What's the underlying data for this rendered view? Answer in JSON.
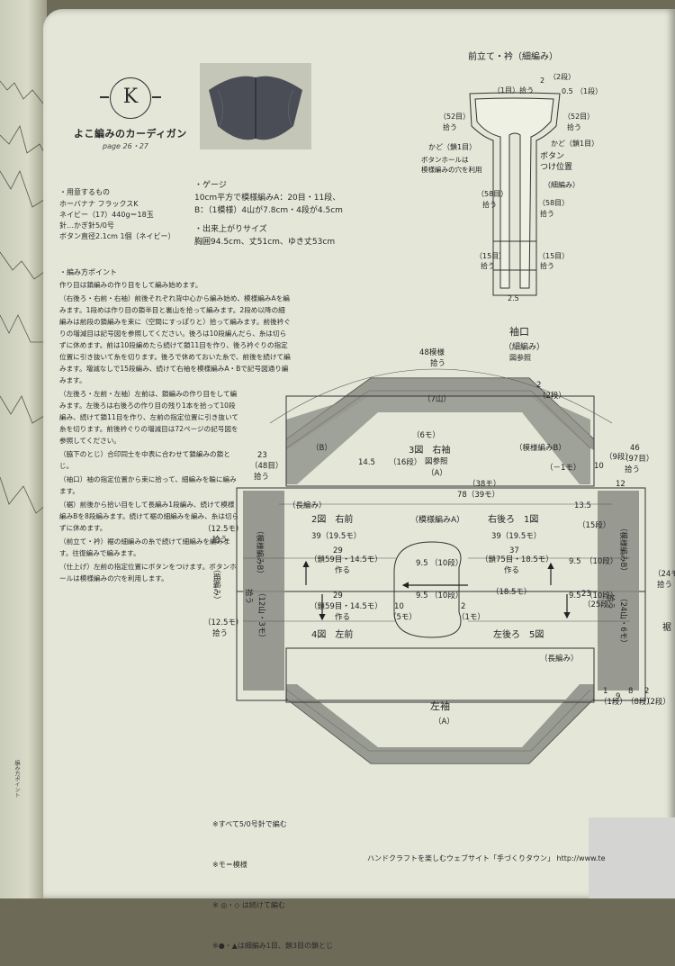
{
  "header": {
    "badge": "K",
    "title": "よこ編みのカーディガン",
    "page_ref": "page 26・27"
  },
  "materials": {
    "heading": "・用意するもの",
    "lines": [
      "ホーバナナ フラックスK",
      "ネイビー（17）440g＝18玉",
      "針…かぎ針5/0号",
      "ボタン直径2.1cm 1個（ネイビー）"
    ]
  },
  "gauge": {
    "heading": "・ゲージ",
    "lines": [
      "10cm平方で模様編みA：20目・11段、",
      "B：（1模様）4山が7.8cm・4段が4.5cm"
    ]
  },
  "size": {
    "heading": "・出来上がりサイズ",
    "line": "胸囲94.5cm、丈51cm、ゆき丈53cm"
  },
  "method": {
    "heading": "・編み方ポイント",
    "paragraphs": [
      "作り目は鎖編みの作り目をして編み始めます。",
      "（右後ろ・右前・右袖）前後それぞれ背中心から編み始め、模様編みAを編みます。1段めは作り目の鎖半目と裏山を拾って編みます。2段め以降の細編みは前段の鎖編みを束に（空間にすっぽりと）拾って編みます。前後衿ぐりの増減目は記号図を参照してください。後ろは10段編んだら、糸は切らずに休めます。前は10段編めたら続けて鎖11目を作り、後ろ衿ぐりの指定位置に引き抜いて糸を切ります。後ろで休めておいた糸で、前後を続けて編みます。増減なしで15段編み、続けて右袖を模様編みA・Bで記号図通り編みます。",
      "（左後ろ・左前・左袖）左前は、鎖編みの作り目をして編みます。左後ろは右後ろの作り目の残り1本を拾って10段編み、続けて鎖11目を作り、左前の指定位置に引き抜いて糸を切ります。前後衿ぐりの増減目は72ページの記号図を参照してください。",
      "（脇下のとじ）合印同士を中表に合わせて鎖編みの鎖とじ。",
      "（袖口）袖の指定位置から束に拾って、細編みを輪に編みます。",
      "（裾）前後から拾い目をして長編み1段編み、続けて模様編みBを8段編みます。続けて裾の細編みを編み、糸は切らずに休めます。",
      "（前立て・衿）裾の細編みの糸で続けて細編みを編みます。往復編みで編みます。",
      "（仕上げ）左前の指定位置にボタンをつけます。ボタンホールは模様編みの穴を利用します。"
    ]
  },
  "collar": {
    "title": "前立て・衿（細編み）",
    "pick_1": "（1目）拾う",
    "r2": "2",
    "r2dan": "（2段）",
    "r05": "0.5",
    "r1dan": "（1段）",
    "pick_52l": "（52目）",
    "pick_52r": "（52目）",
    "hirou": "拾う",
    "kado_l": "かど（鎖1目）",
    "kado_r": "かど（鎖1目）",
    "buttonhole": "ボタンホールは\n模様編みの穴を利用",
    "button": "ボタン\nつけ位置",
    "saibami": "（細編み）",
    "pick_58l": "（58目）",
    "pick_58r": "（58目）",
    "pick_15l": "（15目）",
    "pick_15r": "（15目）",
    "w25": "2.5"
  },
  "cuff": {
    "title": "袖口",
    "sub": "（細編み）",
    "ref": "図参照"
  },
  "labels": {
    "m48": "48模様",
    "m48p": "拾う",
    "s2": "2",
    "s2d": "（2段）",
    "yama7": "（7山）",
    "B_l": "（B）",
    "B_r": "（模様編みB）",
    "m6": "（6モ）",
    "m145": "14.5",
    "d16": "（16段）",
    "fig3": "3図　右袖",
    "figref": "図参照",
    "A_top": "（A）",
    "m38": "（38モ）",
    "m78": "78（39モ）",
    "m1": "（－1モ）",
    "d9": "（9段）",
    "n10r": "10",
    "n46": "46",
    "n97": "（97目）",
    "n97p": "拾う",
    "n12": "12",
    "n135": "13.5",
    "d15": "（15段）",
    "n23": "23",
    "n48": "（48目）",
    "n48p": "拾う",
    "chouami_l": "（長編み）",
    "fig2": "2図　右前",
    "patA": "（模様編みA）",
    "fig1": "右後ろ　1図",
    "n39l": "39（19.5モ）",
    "n39r": "39（19.5モ）",
    "n29": "29",
    "kusari59": "（鎖59目・14.5モ）",
    "tsukuru": "作る",
    "n37": "37",
    "kusari75": "（鎖75目・18.5モ）",
    "tsukuru2": "作る",
    "n95a": "9.5",
    "d10a": "（10段）",
    "n95r": "9.5",
    "d10r": "（10段）",
    "n95b": "9.5",
    "d10b": "（10段）",
    "n29b": "29",
    "kusari59b": "（鎖59目・14.5モ）",
    "tsukuru3": "作る",
    "n185": "（18.5モ）",
    "n10": "10",
    "m5": "（5モ）",
    "n2": "2",
    "m1b": "（1モ）",
    "n95c": "9.5",
    "d10c": "（10段）",
    "n125a": "（12.5モ）",
    "n125ap": "拾う",
    "patB_l": "（模様編みB）",
    "saibami_l": "（細編み）",
    "yama12": "（12山・3モ）",
    "yama12p": "拾う",
    "n125b": "（12.5モ）",
    "n125bp": "拾う",
    "fig4": "4図　左前",
    "fig5": "左後ろ　5図",
    "chouami_r": "（長編み）",
    "patB_r": "（模様編みB）",
    "yama24": "（24山・6モ）",
    "yama24p": "拾う",
    "n24m": "（24モ）",
    "n24mp": "拾う",
    "n23b": "23",
    "d25": "（25段）",
    "susode": "裾",
    "n1": "1",
    "d1": "（1段）",
    "n9": "9",
    "n8": "8",
    "d8": "（8段）",
    "n2b": "2",
    "d2": "（2段）",
    "sleeve_l": "左袖",
    "A_bot": "（A）"
  },
  "notes": [
    "※すべて5/0号針で編む",
    "※モ＝模様",
    "※ ◎・◇ は続けて編む",
    "※●・▲は細編み1目、鎖3目の鎖とじ"
  ],
  "footer": "ハンドクラフトを楽しむウェブサイト「手づくりタウン」 http://www.te"
}
